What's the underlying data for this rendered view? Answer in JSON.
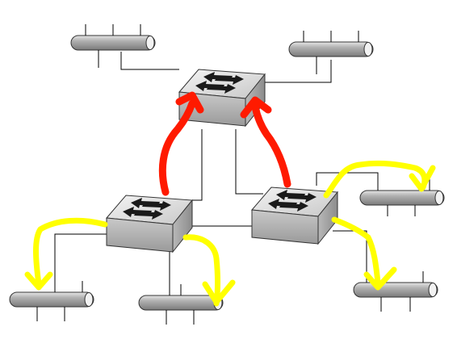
{
  "diagram": {
    "type": "network-topology",
    "switches": [
      {
        "id": "switch-top",
        "icon": "ethernet-switch-icon"
      },
      {
        "id": "switch-left",
        "icon": "ethernet-switch-icon"
      },
      {
        "id": "switch-right",
        "icon": "ethernet-switch-icon"
      }
    ],
    "segments": [
      {
        "id": "segment-top-left",
        "icon": "lan-bus-icon"
      },
      {
        "id": "segment-top-right",
        "icon": "lan-bus-icon"
      },
      {
        "id": "segment-right-upper",
        "icon": "lan-bus-icon"
      },
      {
        "id": "segment-right-lower",
        "icon": "lan-bus-icon"
      },
      {
        "id": "segment-bottom-left",
        "icon": "lan-bus-icon"
      },
      {
        "id": "segment-bottom-middle",
        "icon": "lan-bus-icon"
      }
    ],
    "colors": {
      "background": "#ffffff",
      "link_line": "#000000",
      "upstream_arrow": "#ff1a00",
      "downstream_arrow": "#ffff00",
      "switch_body": "#d9d9d9",
      "bus_body": "#a6a6a6"
    }
  }
}
